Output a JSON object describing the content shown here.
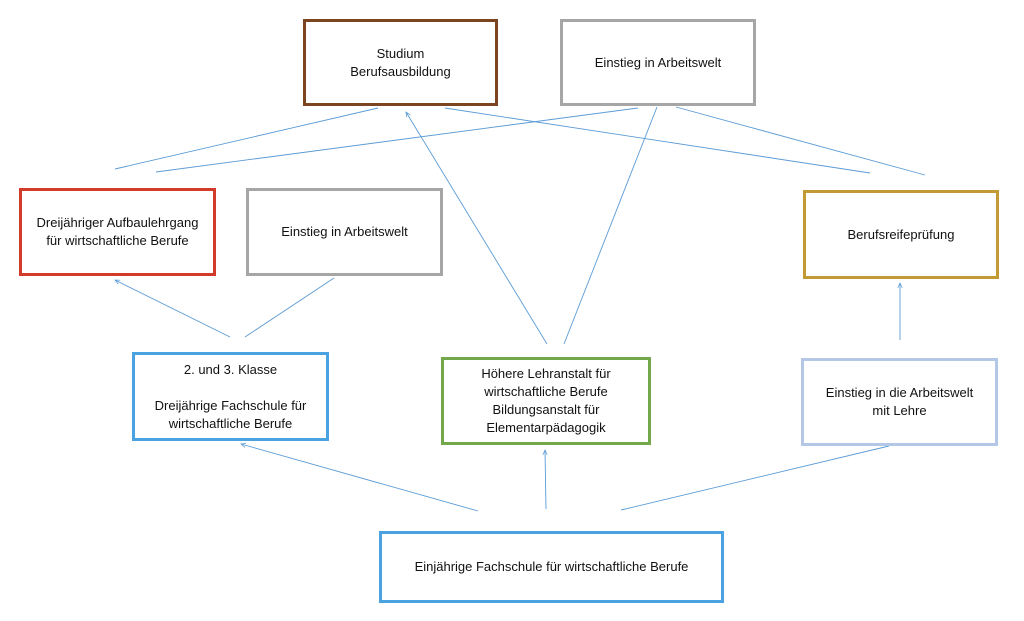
{
  "diagram": {
    "boxes": {
      "studium": {
        "text": "Studium\nBerufsausbildung",
        "color": "#7a4520"
      },
      "einstieg_top": {
        "text": "Einstieg in Arbeitswelt",
        "color": "#a6a6a6"
      },
      "aufbaulehrgang": {
        "text": "Dreijähriger Aufbaulehrgang\nfür wirtschaftliche Berufe",
        "color": "#d23a2a"
      },
      "einstieg_mid": {
        "text": "Einstieg in Arbeitswelt",
        "color": "#a6a6a6"
      },
      "berufsreife": {
        "text": "Berufsreifeprüfung",
        "color": "#c19a35"
      },
      "fachschule_3": {
        "text": "2. und 3. Klasse\n\nDreijährige Fachschule für\nwirtschaftliche Berufe",
        "color": "#4aa3e0"
      },
      "hoehere": {
        "text": "Höhere Lehranstalt  für\nwirtschaftliche Berufe\nBildungsanstalt für\nElementarpädagogik",
        "color": "#72a84a"
      },
      "lehre": {
        "text": "Einstieg in die Arbeitswelt\nmit Lehre",
        "color": "#b4c7e7"
      },
      "einjaehrig": {
        "text": "Einjährige Fachschule für wirtschaftliche Berufe",
        "color": "#4aa3e0"
      }
    },
    "connector_color": "#5b9bd5"
  }
}
